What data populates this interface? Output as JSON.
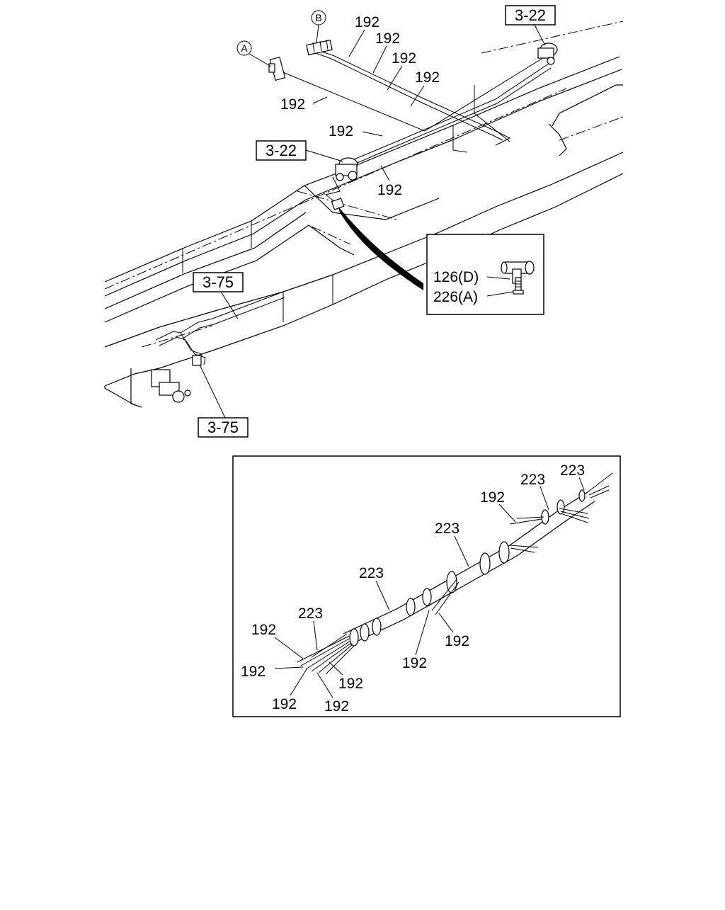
{
  "diagram": {
    "callouts": {
      "circle_a": "A",
      "circle_b": "B",
      "hose_192_1": "192",
      "hose_192_2": "192",
      "hose_192_3": "192",
      "hose_192_4": "192",
      "hose_192_5": "192",
      "hose_192_6": "192",
      "hose_192_7": "192",
      "ref_3_22_top": "3-22",
      "ref_3_22_mid": "3-22",
      "ref_3_75_mid": "3-75",
      "ref_3_75_bottom": "3-75"
    },
    "inset_top": {
      "part_126": "126(D)",
      "part_226": "226(A)"
    },
    "inset_bottom": {
      "l223_1": "223",
      "l223_2": "223",
      "l223_3": "223",
      "l223_4": "223",
      "l223_5": "223",
      "l192_a": "192",
      "l192_b": "192",
      "l192_c": "192",
      "l192_d": "192",
      "l192_e": "192",
      "l192_f": "192",
      "l192_g": "192",
      "l192_h": "192"
    }
  }
}
